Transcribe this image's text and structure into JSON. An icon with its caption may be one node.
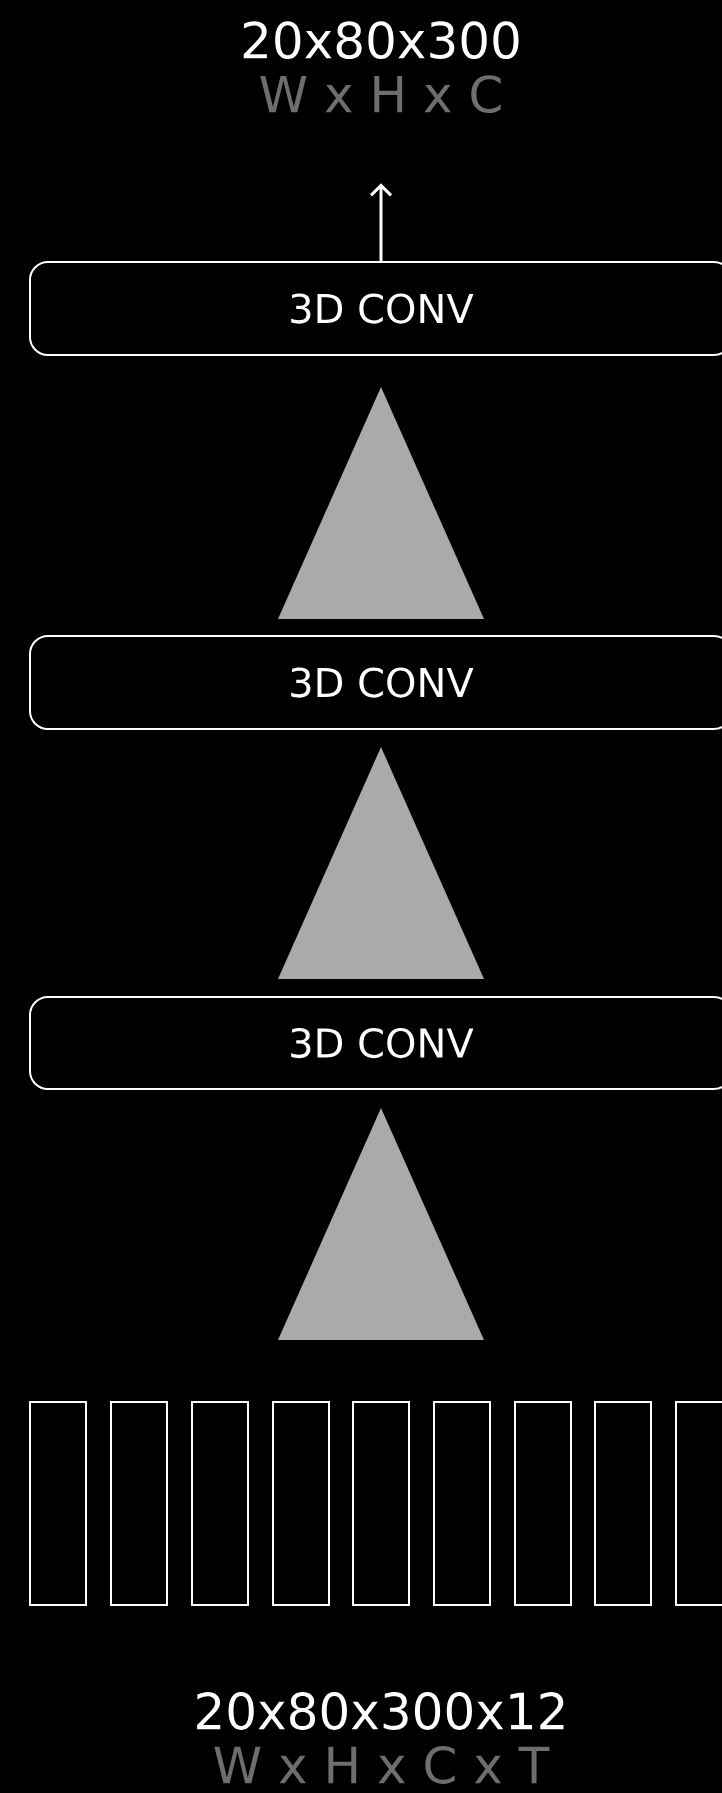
{
  "diagram": {
    "nodes": [
      {
        "text": [
          "20x80x300",
          "W x H x C"
        ]
      },
      {
        "text": [
          "3D CONV"
        ]
      },
      {
        "text": [],
        "shape": "triangle"
      },
      {
        "text": [
          "3D CONV"
        ]
      },
      {
        "text": [],
        "shape": "triangle"
      },
      {
        "text": [
          "3D CONV"
        ]
      },
      {
        "text": [],
        "shape": "triangle"
      },
      {
        "text": [],
        "shape": "box"
      },
      {
        "text": [],
        "shape": "box"
      },
      {
        "text": [],
        "shape": "box"
      },
      {
        "text": [],
        "shape": "box"
      },
      {
        "text": [],
        "shape": "box"
      },
      {
        "text": [],
        "shape": "box"
      },
      {
        "text": [],
        "shape": "box"
      },
      {
        "text": [],
        "shape": "box"
      },
      {
        "text": [],
        "shape": "box"
      }
    ],
    "edges": [
      {
        "from": 1,
        "to": 0,
        "arrow": "to"
      }
    ],
    "labels": [
      "20x80x300x12",
      "W x H x C x T"
    ]
  }
}
